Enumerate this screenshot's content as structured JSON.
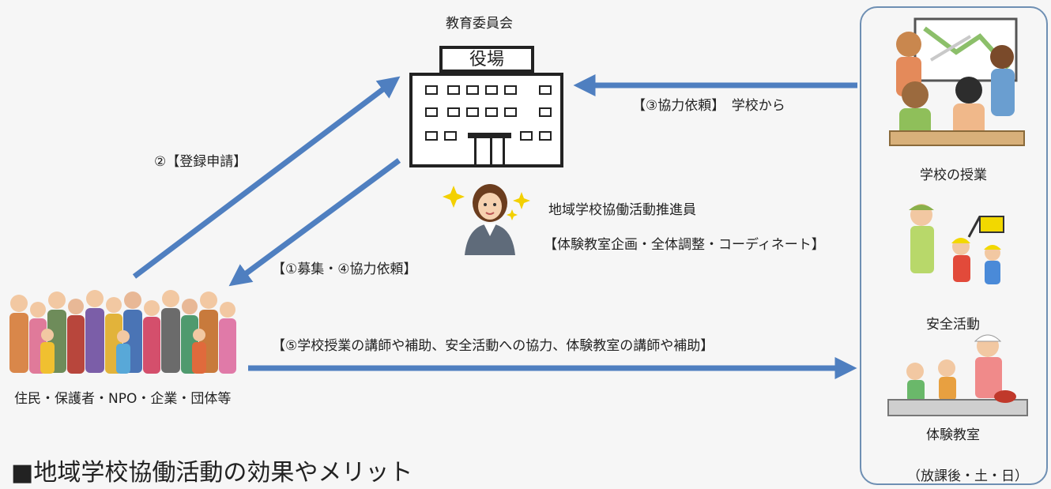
{
  "labels": {
    "board": "教育委員会",
    "building_sign": "役場",
    "registration": "②【登録申請】",
    "school_request": "【③協力依頼】　学校から",
    "recruit": "【①募集・④協力依頼】",
    "promoter_title": "地域学校協働活動推進員",
    "promoter_role": "【体験教室企画・全体調整・コーディネート】",
    "cooperation": "【⑤学校授業の講師や補助、安全活動への協力、体験教室の講師や補助】",
    "residents": "住民・保護者・NPO・企業・団体等"
  },
  "panel": {
    "class_label": "学校の授業",
    "safety_label": "安全活動",
    "experience_label": "体験教室",
    "schedule_label": "（放課後・土・日）"
  },
  "section_heading": "■地域学校協働活動の効果やメリット",
  "colors": {
    "arrow": "#4f7fc0",
    "panel_border": "#6e8fb3"
  }
}
